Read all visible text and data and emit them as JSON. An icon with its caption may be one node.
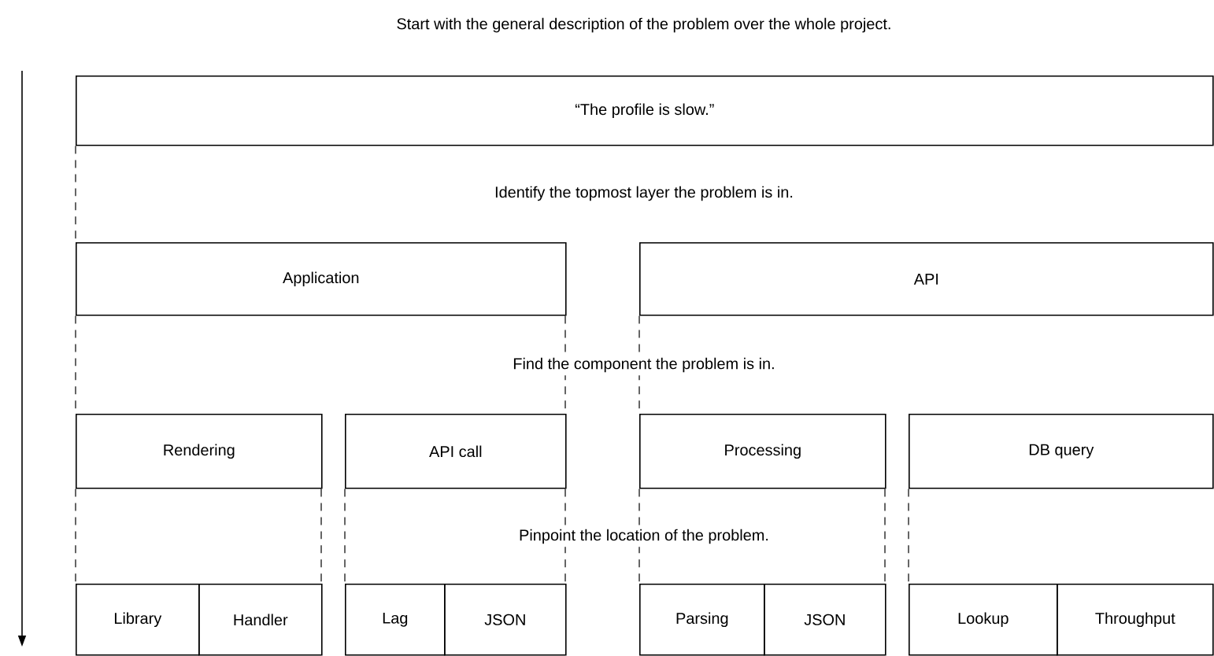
{
  "diagram": {
    "nodes": [
      {
        "text": [
          "“The profile is slow.”"
        ]
      },
      {
        "text": [
          "Application"
        ]
      },
      {
        "text": [
          "API"
        ]
      },
      {
        "text": [
          "Rendering"
        ]
      },
      {
        "text": [
          "API call"
        ]
      },
      {
        "text": [
          "Processing"
        ]
      },
      {
        "text": [
          "DB query"
        ]
      },
      {
        "text": [
          "Library"
        ]
      },
      {
        "text": [
          "Handler"
        ]
      },
      {
        "text": [
          "Lag"
        ]
      },
      {
        "text": [
          "JSON"
        ]
      },
      {
        "text": [
          "Parsing"
        ]
      },
      {
        "text": [
          "JSON"
        ]
      },
      {
        "text": [
          "Lookup"
        ]
      },
      {
        "text": [
          "Throughput"
        ]
      }
    ],
    "edges": [
      {
        "from": 0,
        "to": 1,
        "arrow": "none",
        "style": "dashed"
      },
      {
        "from": 1,
        "to": 3,
        "arrow": "none",
        "style": "dashed"
      },
      {
        "from": 1,
        "to": 4,
        "arrow": "none",
        "style": "dashed"
      },
      {
        "from": 2,
        "to": 5,
        "arrow": "none",
        "style": "dashed"
      },
      {
        "from": 3,
        "to": 7,
        "arrow": "none",
        "style": "dashed"
      },
      {
        "from": 3,
        "to": 8,
        "arrow": "none",
        "style": "dashed"
      },
      {
        "from": 4,
        "to": 9,
        "arrow": "none",
        "style": "dashed"
      },
      {
        "from": 4,
        "to": 10,
        "arrow": "none",
        "style": "dashed"
      },
      {
        "from": 5,
        "to": 11,
        "arrow": "none",
        "style": "dashed"
      },
      {
        "from": 5,
        "to": 12,
        "arrow": "none",
        "style": "dashed"
      },
      {
        "from": 6,
        "to": 13,
        "arrow": "none",
        "style": "dashed"
      }
    ],
    "labels": [
      "Start with the general description of the problem over the whole project.",
      "Identify the topmost layer the problem is in.",
      "Find the component the problem is in.",
      "Pinpoint the location of the problem."
    ]
  }
}
